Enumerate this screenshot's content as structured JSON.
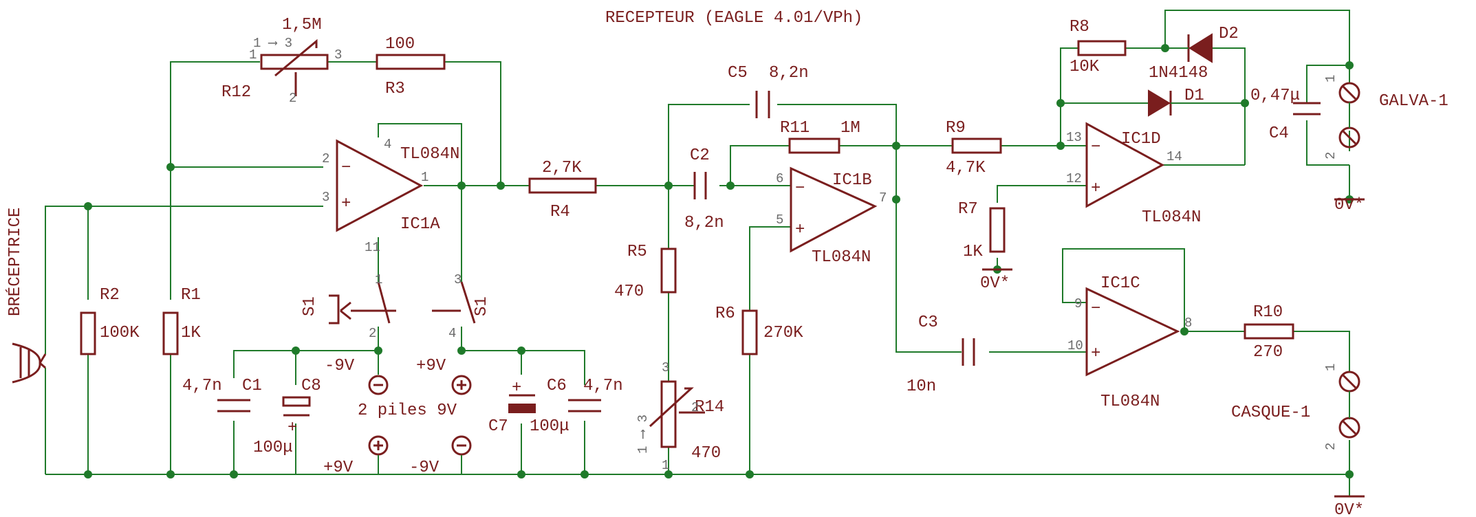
{
  "title": "RECEPTEUR (EAGLE 4.01/VPh)",
  "colors": {
    "wire": "#1f7a2a",
    "part": "#7a1e1e",
    "pin": "#6b6b6b"
  },
  "components": {
    "r12": {
      "name": "R12",
      "value": "1,5M",
      "pin_note": "1 ⟶ 3"
    },
    "r3": {
      "name": "R3",
      "value": "100"
    },
    "r4": {
      "name": "R4",
      "value": "2,7K"
    },
    "r2": {
      "name": "R2",
      "value": "100K"
    },
    "r1": {
      "name": "R1",
      "value": "1K"
    },
    "r5": {
      "name": "R5",
      "value": "470"
    },
    "r6": {
      "name": "R6",
      "value": "270K"
    },
    "r11": {
      "name": "R11",
      "value": "1M"
    },
    "r9": {
      "name": "R9",
      "value": "4,7K"
    },
    "r8": {
      "name": "R8",
      "value": "10K"
    },
    "r7": {
      "name": "R7",
      "value": "1K"
    },
    "r10": {
      "name": "R10",
      "value": "270"
    },
    "r14": {
      "name": "R14",
      "value": "470",
      "pin_note": "1 ⟶ 3"
    },
    "c5": {
      "name": "C5",
      "value": "8,2n"
    },
    "c2": {
      "name": "C2",
      "value": "8,2n"
    },
    "c3": {
      "name": "C3",
      "value": "10n"
    },
    "c4": {
      "name": "C4",
      "value": "0,47μ"
    },
    "c1": {
      "name": "C1",
      "value": "4,7n"
    },
    "c8": {
      "name": "C8",
      "value": "100μ"
    },
    "c7": {
      "name": "C7",
      "value": "100μ"
    },
    "c6": {
      "name": "C6",
      "value": "4,7n"
    },
    "d1": {
      "name": "D1"
    },
    "d2": {
      "name": "D2",
      "value": "1N4148"
    },
    "ic1a": {
      "name": "IC1A",
      "type": "TL084N"
    },
    "ic1b": {
      "name": "IC1B",
      "type": "TL084N"
    },
    "ic1c": {
      "name": "IC1C",
      "type": "TL084N"
    },
    "ic1d": {
      "name": "IC1D",
      "type": "TL084N"
    },
    "s1": {
      "name": "S1"
    },
    "galva": {
      "name": "GALVA-1"
    },
    "casque": {
      "name": "CASQUE-1"
    },
    "antenna": {
      "name": "BRÉCEPTRICE"
    }
  },
  "supply": {
    "minus9": "-9V",
    "plus9": "+9V",
    "batteries": "2 piles 9V",
    "ground": "0V*"
  }
}
